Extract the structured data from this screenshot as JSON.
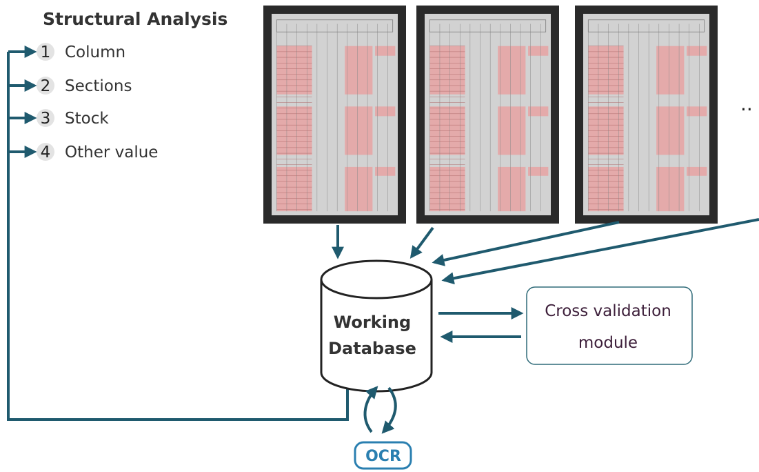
{
  "structural_analysis": {
    "title": "Structural Analysis",
    "steps": [
      {
        "number": "1",
        "label": "Column"
      },
      {
        "number": "2",
        "label": "Sections"
      },
      {
        "number": "3",
        "label": "Stock"
      },
      {
        "number": "4",
        "label": "Other value"
      }
    ]
  },
  "documents": {
    "count_shown": 3,
    "continuation": ".."
  },
  "database": {
    "line1": "Working",
    "line2": "Database"
  },
  "cross_validation": {
    "line1": "Cross validation",
    "line2": "module"
  },
  "ocr": {
    "label": "OCR"
  },
  "colors": {
    "arrow": "#1f5a6e",
    "ocr": "#2a7fb0",
    "cv_border": "#2e6a78",
    "highlight": "#e8a3a3",
    "badge": "#e3e3e3"
  }
}
